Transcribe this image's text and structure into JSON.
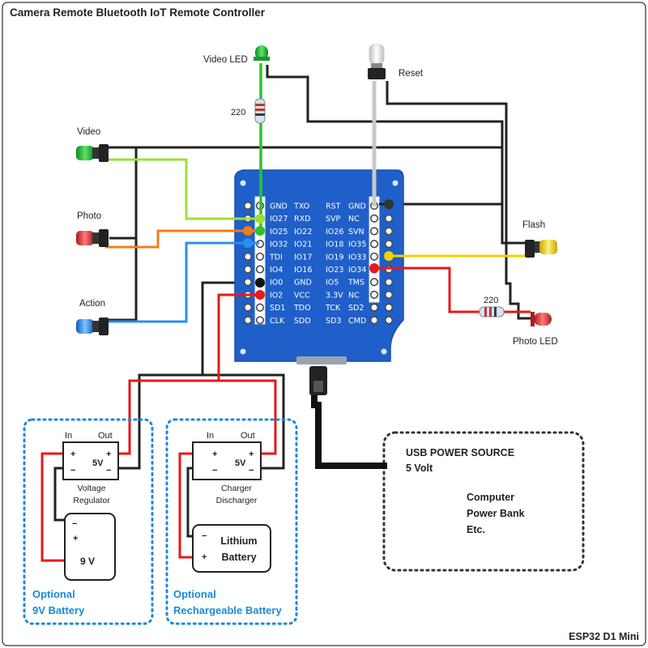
{
  "title": "Camera Remote Bluetooth IoT Remote Controller",
  "footer": "ESP32 D1 Mini",
  "components": {
    "video_led": "Video LED",
    "reset": "Reset",
    "resistor_top": "220",
    "video": "Video",
    "photo": "Photo",
    "action": "Action",
    "flash": "Flash",
    "resistor_right": "220",
    "photo_led": "Photo LED"
  },
  "pins_left": [
    [
      "GND",
      "TXO"
    ],
    [
      "IO27",
      "RXD"
    ],
    [
      "IO25",
      "IO22"
    ],
    [
      "IO32",
      "IO21"
    ],
    [
      "TDI",
      "IO17"
    ],
    [
      "IO4",
      "IO16"
    ],
    [
      "IO0",
      "GND"
    ],
    [
      "IO2",
      "VCC"
    ],
    [
      "SD1",
      "TDO"
    ],
    [
      "CLK",
      "SDD"
    ]
  ],
  "pins_right": [
    [
      "RST",
      "GND"
    ],
    [
      "SVP",
      "NC"
    ],
    [
      "IO26",
      "SVN"
    ],
    [
      "IO18",
      "IO35"
    ],
    [
      "IO19",
      "IO33"
    ],
    [
      "IO23",
      "IO34"
    ],
    [
      "IO5",
      "TMS"
    ],
    [
      "3.3V",
      "NC"
    ],
    [
      "TCK",
      "SD2"
    ],
    [
      "SD3",
      "CMD"
    ]
  ],
  "regulator": {
    "in": "In",
    "out": "Out",
    "plus": "+",
    "minus": "−",
    "voltage": "5V",
    "name1": "Voltage",
    "name2": "Regulator"
  },
  "battery9v": {
    "minus": "−",
    "plus": "+",
    "label": "9 V"
  },
  "charger": {
    "in": "In",
    "out": "Out",
    "plus": "+",
    "minus": "−",
    "voltage": "5V",
    "name1": "Charger",
    "name2": "Discharger"
  },
  "lithium": {
    "minus": "−",
    "plus": "+",
    "line1": "Lithium",
    "line2": "Battery"
  },
  "optional_9v": {
    "line1": "Optional",
    "line2": "9V Battery"
  },
  "optional_rech": {
    "line1": "Optional",
    "line2": "Rechargeable Battery"
  },
  "usb": {
    "line1": "USB POWER SOURCE",
    "line2": "5 Volt",
    "opt1": "Computer",
    "opt2": "Power Bank",
    "opt3": "Etc."
  },
  "colors": {
    "board": "#1f5fc9",
    "green": "#2bc42b",
    "lime": "#9be03a",
    "orange": "#f07d1a",
    "blue": "#2a8ef0",
    "red": "#e81818",
    "yellow": "#f5d000",
    "gray": "#c8c8c8",
    "dashed": "#1a8ad6"
  }
}
